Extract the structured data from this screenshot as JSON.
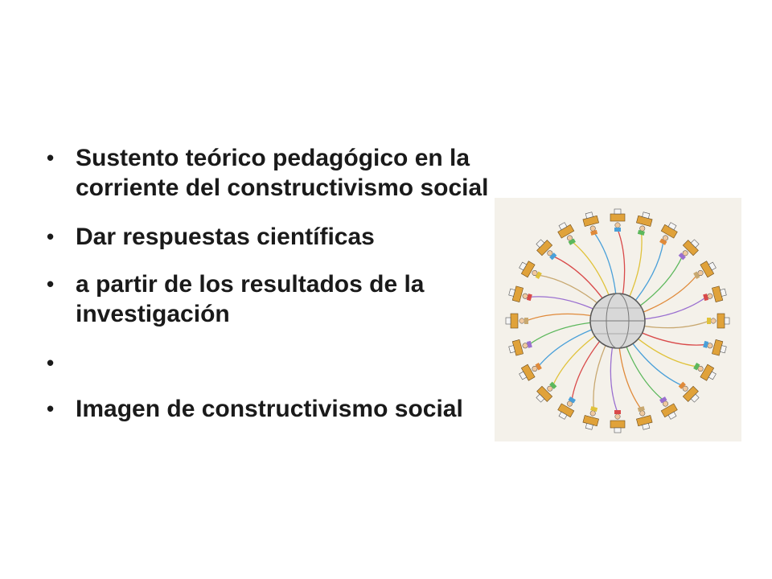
{
  "slide": {
    "bullets": [
      {
        "text": "Sustento teórico pedagógico en la corriente del constructivismo social"
      },
      {
        "text": "Dar respuestas científicas"
      },
      {
        "text": "a partir de los resultados de la investigación"
      },
      {
        "text": ""
      },
      {
        "text": "Imagen de constructivismo social"
      }
    ],
    "picture": {
      "icon": "wiki-globe-network-illustration",
      "colors": {
        "background": "#f4f1ea",
        "globe": "#d8d8d8",
        "desk": "#e0a23a",
        "wires": [
          "#d94a4a",
          "#e0c23a",
          "#4aa0d9",
          "#5cb85c",
          "#e08a3a",
          "#9a6fd0",
          "#c8a870"
        ]
      }
    }
  }
}
